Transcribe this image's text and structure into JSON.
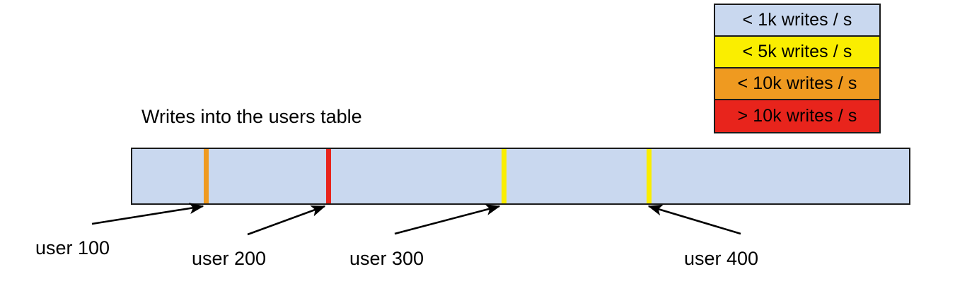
{
  "chart_data": {
    "type": "bar",
    "title": "Writes into the users table",
    "xlabel": "",
    "ylabel": "",
    "orientation": "horizontal",
    "description": "A single horizontal range bar representing a users table keyspace, shaded light blue for the baseline write rate, with four colored vertical hotspot markers at specific user rows.",
    "baseline_category": "< 1k writes / s",
    "baseline_color": "#c9d8ef",
    "categories": [
      "user 100",
      "user 200",
      "user 300",
      "user 400"
    ],
    "values": [
      "< 10k writes / s",
      "> 10k writes / s",
      "< 5k writes / s",
      "< 5k writes / s"
    ],
    "markers": [
      {
        "label": "user 100",
        "category": "< 10k writes / s",
        "color": "#ef9a20",
        "position_pct": 9.6
      },
      {
        "label": "user 200",
        "category": "> 10k writes / s",
        "color": "#e8241c",
        "position_pct": 25.3
      },
      {
        "label": "user 300",
        "category": "< 5k writes / s",
        "color": "#faee00",
        "position_pct": 47.8
      },
      {
        "label": "user 400",
        "category": "< 5k writes / s",
        "color": "#faee00",
        "position_pct": 66.4
      }
    ],
    "legend_position": "top-right",
    "grid": false
  },
  "legend": {
    "title": "",
    "items": [
      {
        "label": "< 1k writes / s",
        "color": "#c9d8ef"
      },
      {
        "label": "< 5k writes / s",
        "color": "#faee00"
      },
      {
        "label": "< 10k writes / s",
        "color": "#ef9a20"
      },
      {
        "label": "> 10k writes / s",
        "color": "#e8241c"
      }
    ]
  },
  "bar": {
    "fill_color": "#c9d8ef",
    "border_color": "#1a1a1a"
  },
  "callouts": [
    {
      "label": "user 100"
    },
    {
      "label": "user 200"
    },
    {
      "label": "user 300"
    },
    {
      "label": "user 400"
    }
  ]
}
